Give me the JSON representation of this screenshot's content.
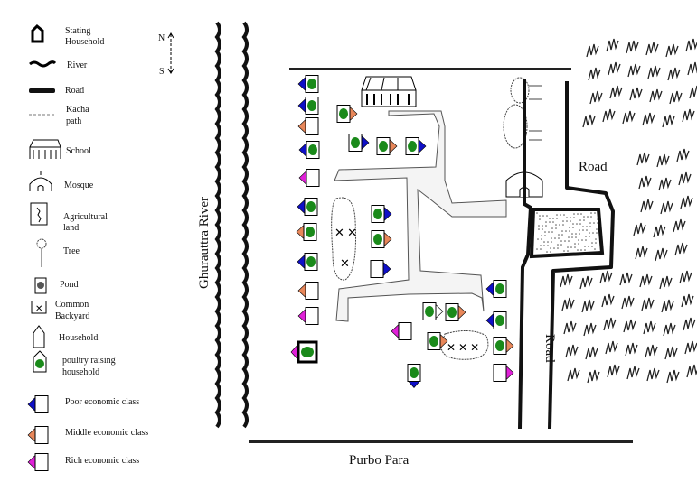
{
  "legend": {
    "starting_household": [
      "Stating",
      "Household"
    ],
    "river": "River",
    "road": "Road",
    "kacha_path": [
      "Kacha",
      "path"
    ],
    "school": "School",
    "mosque": "Mosque",
    "agricultural_land": [
      "Agricultural",
      "land"
    ],
    "tree": "Tree",
    "pond": "Pond",
    "common_backyard": [
      "Common",
      "Backyard"
    ],
    "household": "Household",
    "poultry_household": [
      "poultry raising",
      "household"
    ],
    "poor": "Poor economic class",
    "middle": "Middle economic class",
    "rich": "Rich economic class"
  },
  "compass": {
    "north": "N",
    "south": "S"
  },
  "labels": {
    "river": "Ghurauttra River",
    "road_top": "Road",
    "road_side": "Road",
    "area": "Purbo Para"
  },
  "colors": {
    "poor": "#1010c8",
    "middle": "#e8875a",
    "rich": "#e020d8",
    "none": "#ffffff",
    "poultry": "#1a8a1a"
  },
  "households": [
    {
      "class": "poor",
      "poultry": true
    },
    {
      "class": "poor",
      "poultry": true
    },
    {
      "class": "middle",
      "poultry": false
    },
    {
      "class": "poor",
      "poultry": true
    },
    {
      "class": "rich",
      "poultry": false
    },
    {
      "class": "poor",
      "poultry": true
    },
    {
      "class": "middle",
      "poultry": true
    },
    {
      "class": "poor",
      "poultry": true
    },
    {
      "class": "middle",
      "poultry": false
    },
    {
      "class": "rich",
      "poultry": false
    },
    {
      "class": "rich",
      "poultry": true,
      "starting": true
    },
    {
      "class": "middle",
      "poultry": true
    },
    {
      "class": "poor",
      "poultry": true
    },
    {
      "class": "middle",
      "poultry": true
    },
    {
      "class": "poor",
      "poultry": true
    },
    {
      "class": "poor",
      "poultry": true
    },
    {
      "class": "middle",
      "poultry": true
    },
    {
      "class": "poor",
      "poultry": false
    },
    {
      "class": "none",
      "poultry": true
    },
    {
      "class": "middle",
      "poultry": true
    },
    {
      "class": "rich",
      "poultry": false
    },
    {
      "class": "middle",
      "poultry": true
    },
    {
      "class": "poor",
      "poultry": true
    },
    {
      "class": "poor",
      "poultry": true
    },
    {
      "class": "poor",
      "poultry": true
    },
    {
      "class": "middle",
      "poultry": true
    },
    {
      "class": "rich",
      "poultry": false
    }
  ]
}
